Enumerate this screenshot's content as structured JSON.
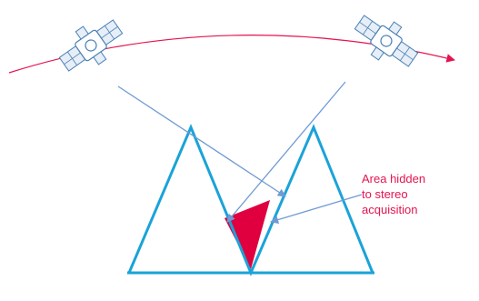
{
  "annotation": {
    "lines": [
      "Area hidden",
      "to stereo",
      "acquisition"
    ]
  },
  "colors": {
    "orbit": "#e4134f",
    "mountain": "#1aa3d8",
    "ray": "#6f9bd4",
    "hidden_area": "#e0003f",
    "annotation_text": "#e4134f",
    "satellite_panel": "#e6eef7",
    "satellite_outline": "#4a7fb5"
  },
  "icons": [
    "satellite-icon-left",
    "satellite-icon-right"
  ]
}
